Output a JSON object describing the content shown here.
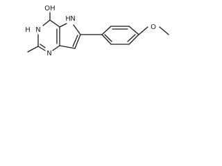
{
  "molecule": {
    "atoms": {
      "hydroxyl": "OH",
      "pyrrole_nh": "H",
      "pyrrole_n": "N",
      "pyrimidine_n3_h": "H",
      "pyrimidine_n3": "N",
      "pyrimidine_n1": "N",
      "methoxy_o": "O"
    }
  },
  "colors": {
    "ink": "#1a1a1a",
    "background": "#ffffff"
  }
}
